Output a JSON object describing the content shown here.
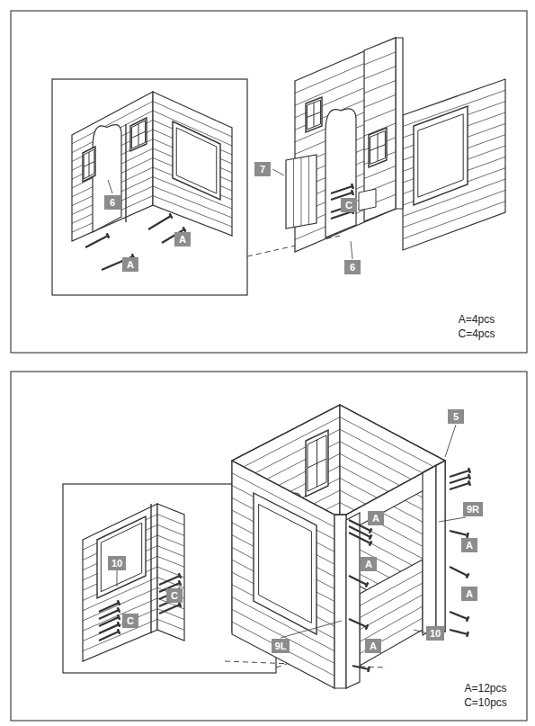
{
  "diagram": {
    "labels": [
      "6",
      "A",
      "A",
      "7",
      "C",
      "6",
      "A=4pcs",
      "C=4pcs",
      "5",
      "9R",
      "A",
      "A",
      "A",
      "A",
      "A",
      "9L",
      "10",
      "10",
      "C",
      "C",
      "A=12pcs",
      "C=10pcs"
    ]
  }
}
